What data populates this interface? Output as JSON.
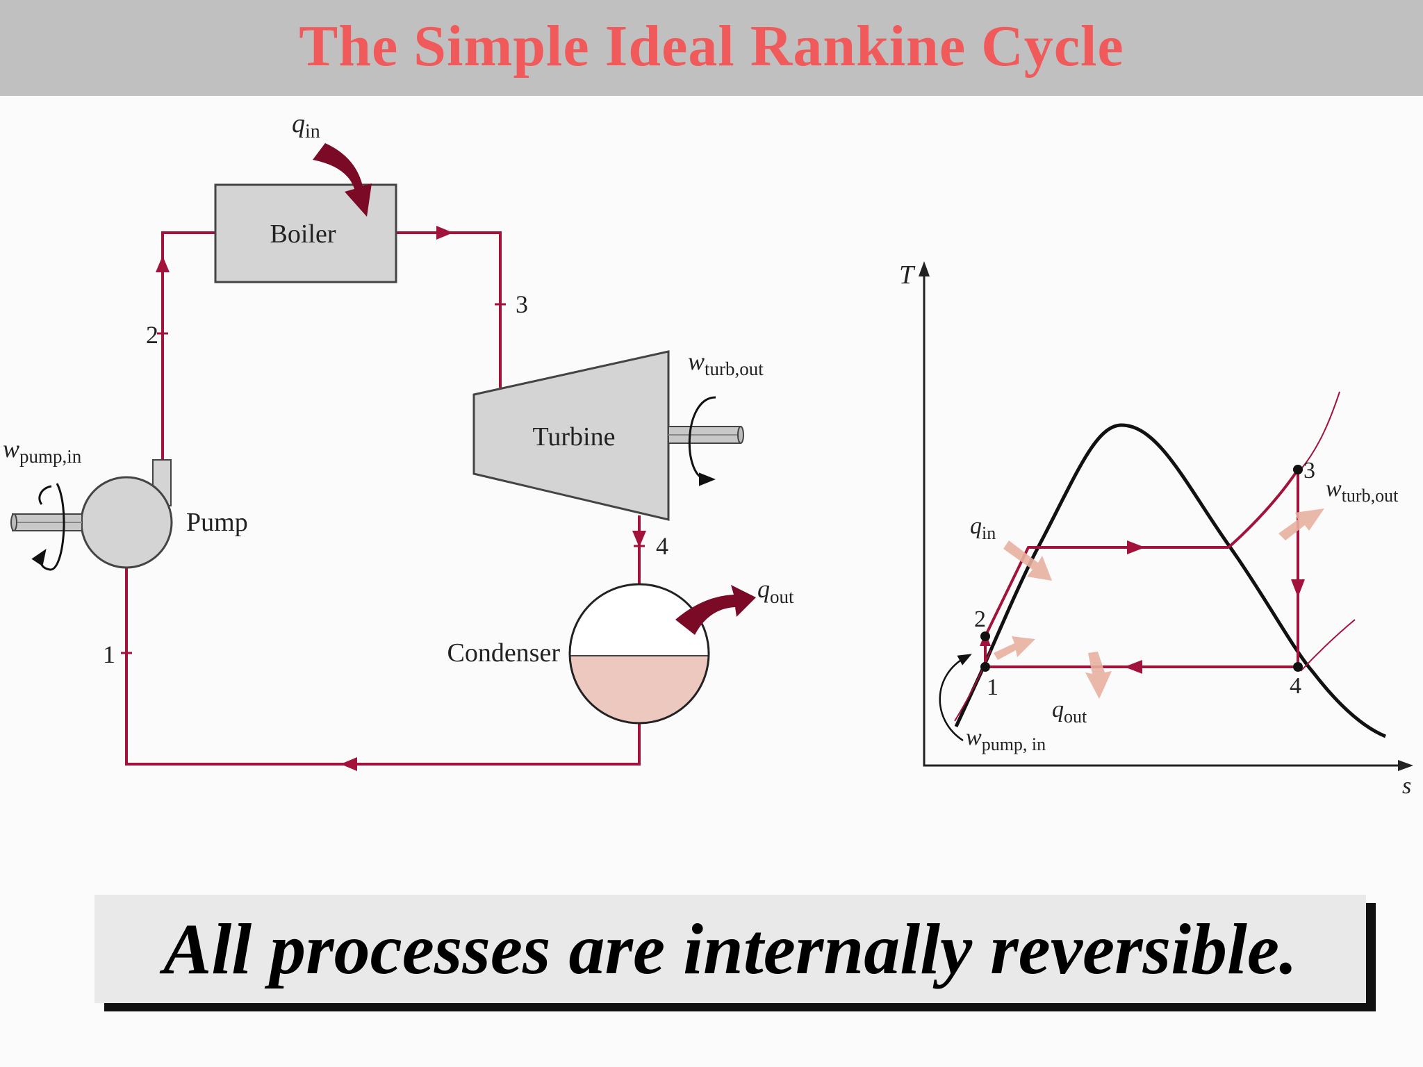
{
  "title": "The Simple Ideal Rankine Cycle",
  "schematic": {
    "boiler": "Boiler",
    "turbine": "Turbine",
    "pump": "Pump",
    "condenser": "Condenser",
    "state_labels": [
      "1",
      "2",
      "3",
      "4"
    ],
    "heat_in": {
      "symbol": "q",
      "subscript": "in"
    },
    "heat_out": {
      "symbol": "q",
      "subscript": "out"
    },
    "work_turbine": {
      "symbol": "w",
      "subscript": "turb,out"
    },
    "work_pump": {
      "symbol": "w",
      "subscript": "pump,in"
    }
  },
  "ts_diagram": {
    "y_axis": "T",
    "x_axis": "s",
    "state_labels": [
      "1",
      "2",
      "3",
      "4"
    ],
    "heat_in": {
      "symbol": "q",
      "subscript": "in"
    },
    "heat_out": {
      "symbol": "q",
      "subscript": "out"
    },
    "work_turbine": {
      "symbol": "w",
      "subscript": "turb,out"
    },
    "work_pump": {
      "symbol": "w",
      "subscript": "pump, in"
    }
  },
  "note": "All processes are internally reversible.",
  "colors": {
    "title": "#f05a5a",
    "flow_line": "#a3123a",
    "heat_arrow": "#7a0a25",
    "ts_arrow": "#e8b0a0",
    "component_fill": "#d4d4d4",
    "condensate": "#ecc8bf"
  }
}
